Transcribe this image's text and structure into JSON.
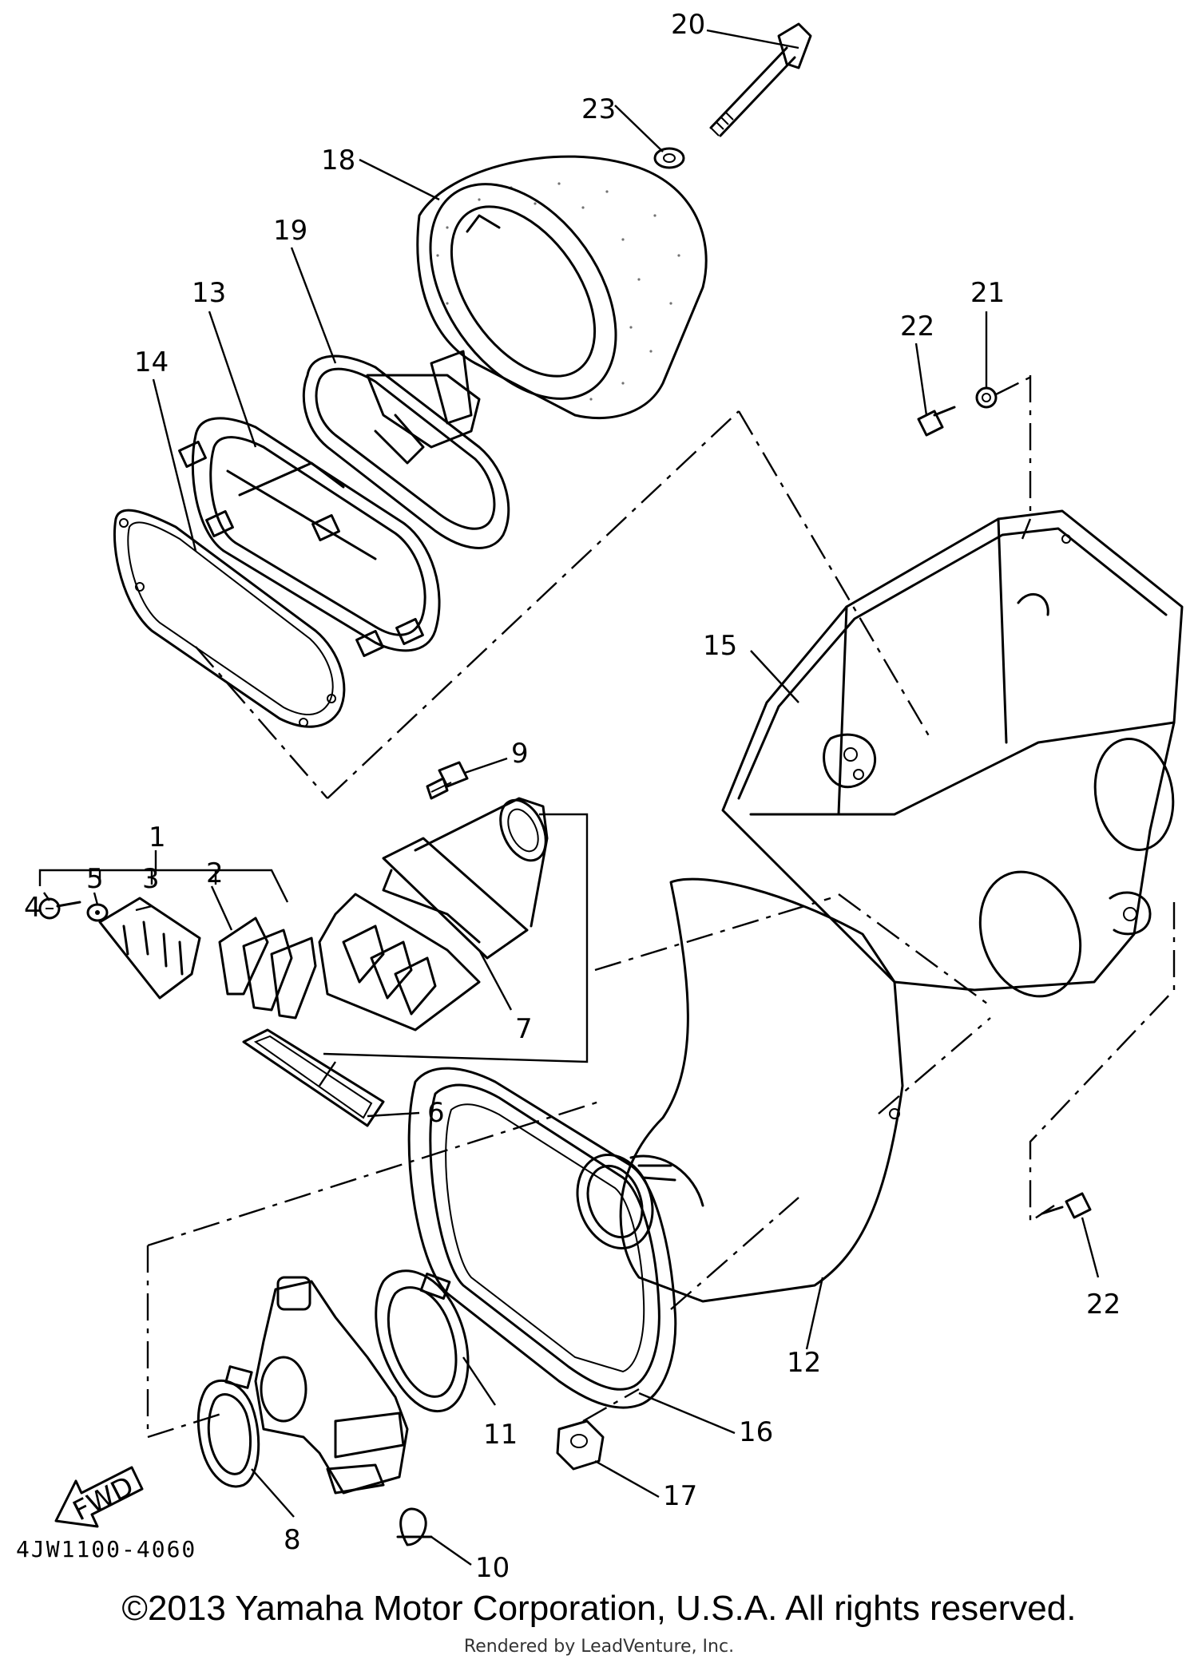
{
  "diagram": {
    "callouts": [
      {
        "id": "c1",
        "text": "1"
      },
      {
        "id": "c2",
        "text": "2"
      },
      {
        "id": "c3",
        "text": "3"
      },
      {
        "id": "c4",
        "text": "4"
      },
      {
        "id": "c5",
        "text": "5"
      },
      {
        "id": "c6",
        "text": "6"
      },
      {
        "id": "c7",
        "text": "7"
      },
      {
        "id": "c8",
        "text": "8"
      },
      {
        "id": "c9",
        "text": "9"
      },
      {
        "id": "c10",
        "text": "10"
      },
      {
        "id": "c11",
        "text": "11"
      },
      {
        "id": "c12",
        "text": "12"
      },
      {
        "id": "c13",
        "text": "13"
      },
      {
        "id": "c14",
        "text": "14"
      },
      {
        "id": "c15",
        "text": "15"
      },
      {
        "id": "c16",
        "text": "16"
      },
      {
        "id": "c17",
        "text": "17"
      },
      {
        "id": "c18",
        "text": "18"
      },
      {
        "id": "c19",
        "text": "19"
      },
      {
        "id": "c20",
        "text": "20"
      },
      {
        "id": "c21",
        "text": "21"
      },
      {
        "id": "c22a",
        "text": "22"
      },
      {
        "id": "c22b",
        "text": "22"
      },
      {
        "id": "c23",
        "text": "23"
      }
    ],
    "fwd_label": "FWD",
    "part_code": "4JW1100-4060"
  },
  "footer": {
    "copyright": "©2013 Yamaha Motor Corporation, U.S.A. All rights reserved.",
    "rendered_by": "Rendered by LeadVenture, Inc."
  }
}
